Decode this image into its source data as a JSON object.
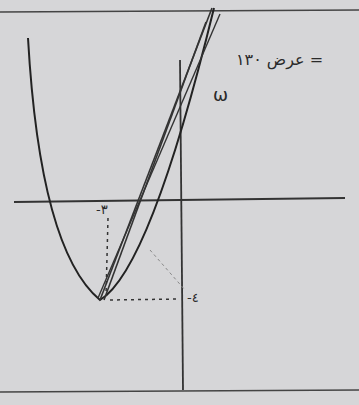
{
  "diagram": {
    "labels": [
      "عرض ١٣٠ =",
      "ω",
      "-٣",
      "-٤"
    ]
  }
}
